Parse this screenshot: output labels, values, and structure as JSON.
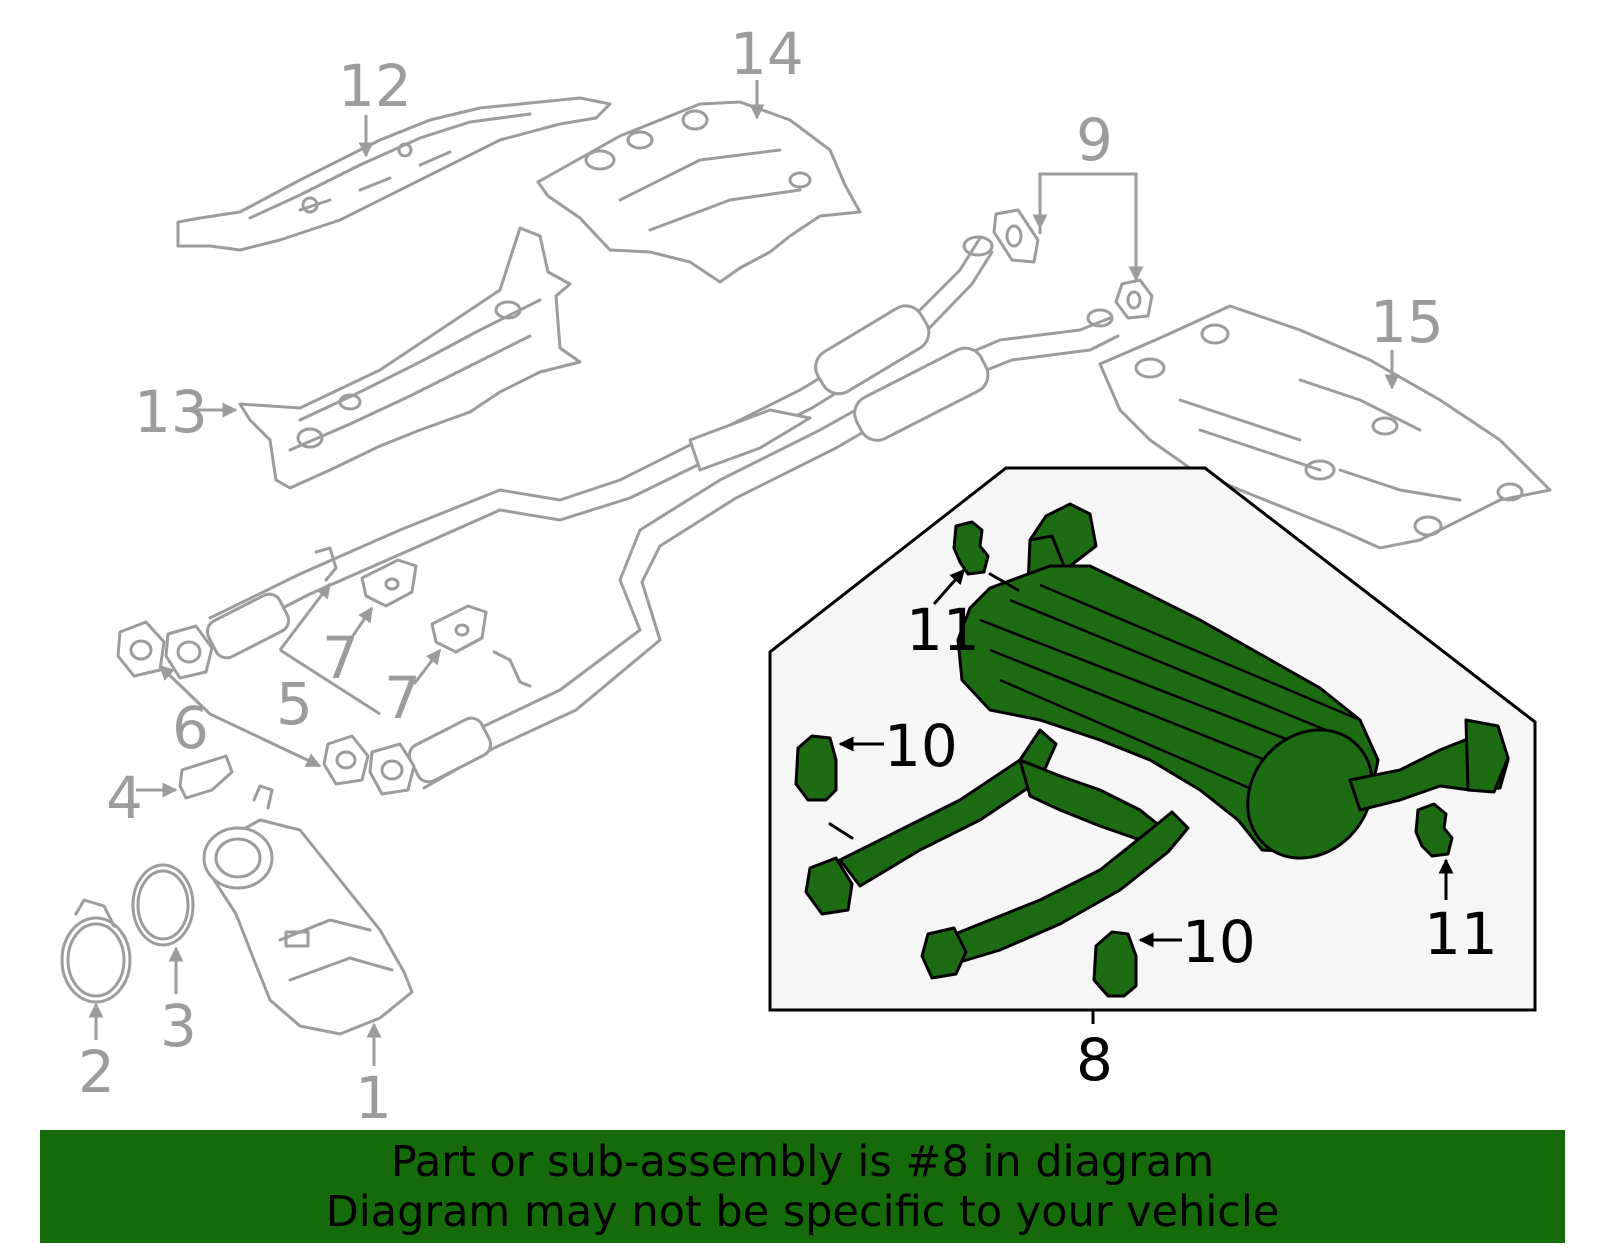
{
  "colors": {
    "highlight": "#1d6b12",
    "banner": "#156a0a",
    "part_line": "#9c9c9c",
    "inset_background": "#f6f6f6"
  },
  "callouts": {
    "c1": "1",
    "c2": "2",
    "c3": "3",
    "c4": "4",
    "c5": "5",
    "c6": "6",
    "c7a": "7",
    "c7b": "7",
    "c8": "8",
    "c9": "9",
    "c10a": "10",
    "c10b": "10",
    "c11a": "11",
    "c11b": "11",
    "c12": "12",
    "c13": "13",
    "c14": "14",
    "c15": "15"
  },
  "banner": {
    "line1": "Part or sub-assembly is #8 in diagram",
    "line2": "Diagram may not be specific to your vehicle"
  }
}
